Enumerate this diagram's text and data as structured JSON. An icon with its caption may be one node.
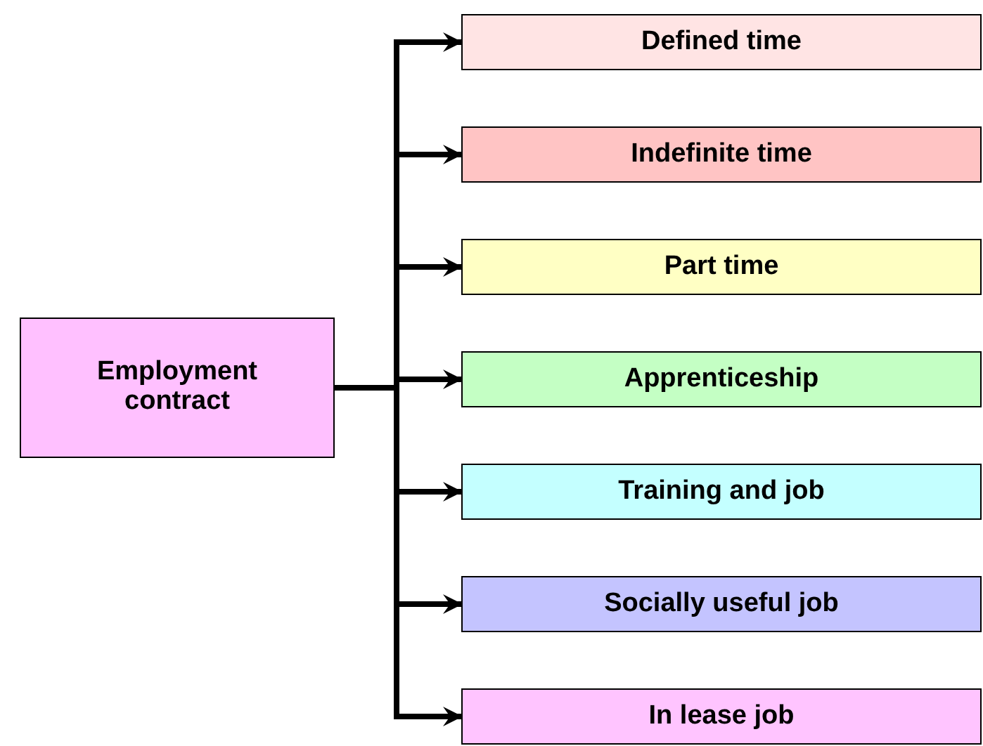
{
  "diagram": {
    "nodes": [
      {
        "text": [
          "Employment contract"
        ]
      },
      {
        "text": [
          "Defined time"
        ]
      },
      {
        "text": [
          "Indefinite time"
        ]
      },
      {
        "text": [
          "Part time"
        ]
      },
      {
        "text": [
          "Apprenticeship"
        ]
      },
      {
        "text": [
          "Training and job"
        ]
      },
      {
        "text": [
          "Socially useful job"
        ]
      },
      {
        "text": [
          "In lease job"
        ]
      }
    ],
    "edges": [
      {
        "from": 0,
        "to": 1,
        "arrow": "to"
      },
      {
        "from": 0,
        "to": 2,
        "arrow": "to"
      },
      {
        "from": 0,
        "to": 3,
        "arrow": "to"
      },
      {
        "from": 0,
        "to": 4,
        "arrow": "to"
      },
      {
        "from": 0,
        "to": 5,
        "arrow": "to"
      },
      {
        "from": 0,
        "to": 6,
        "arrow": "to"
      },
      {
        "from": 0,
        "to": 7,
        "arrow": "to"
      }
    ]
  }
}
